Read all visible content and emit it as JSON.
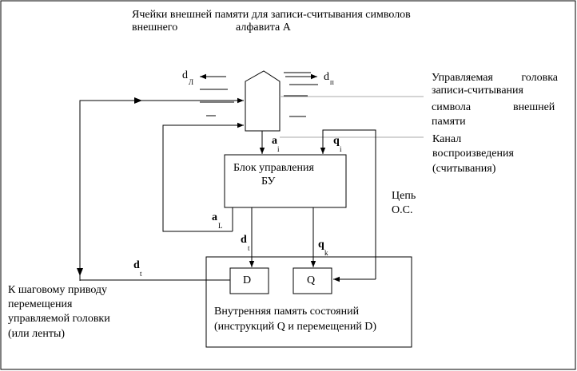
{
  "title": {
    "line1": "Ячейки внешней памяти для записи-считывания символов",
    "line2a": "внешнего",
    "line2b": "алфавита А"
  },
  "head_label": {
    "line1": "Управляемая головка",
    "line2": "записи-считывания",
    "line3a": "символа",
    "line3b": "внешней",
    "line4": "памяти"
  },
  "channel_label": {
    "line1": "Канал",
    "line2": "воспроизведения",
    "line3": "(считывания)"
  },
  "feedback_label": {
    "line1": "Цепь",
    "line2": "О.С."
  },
  "control_block": {
    "line1": "Блок управления",
    "line2": "БУ"
  },
  "memory_block": {
    "line1": "Внутренняя память состояний",
    "line2": "(инструкций Q  и перемещений D)",
    "d_box": "D",
    "q_box": "Q"
  },
  "drive_label": {
    "line1": "К шаговому приводу",
    "line2": "перемещения",
    "line3": "управляемой головки",
    "line4": "(или ленты)"
  },
  "signals": {
    "dl": "d",
    "dl_sub": "Л",
    "dp": "d",
    "dp_sub": "п",
    "ai": "a",
    "ai_sub": "i",
    "qi": "q",
    "qi_sub": "i",
    "al": "a",
    "al_sub": "L",
    "dt1": "d",
    "dt1_sub": "t",
    "qk": "q",
    "qk_sub": "k",
    "dt2": "d",
    "dt2_sub": "t"
  }
}
